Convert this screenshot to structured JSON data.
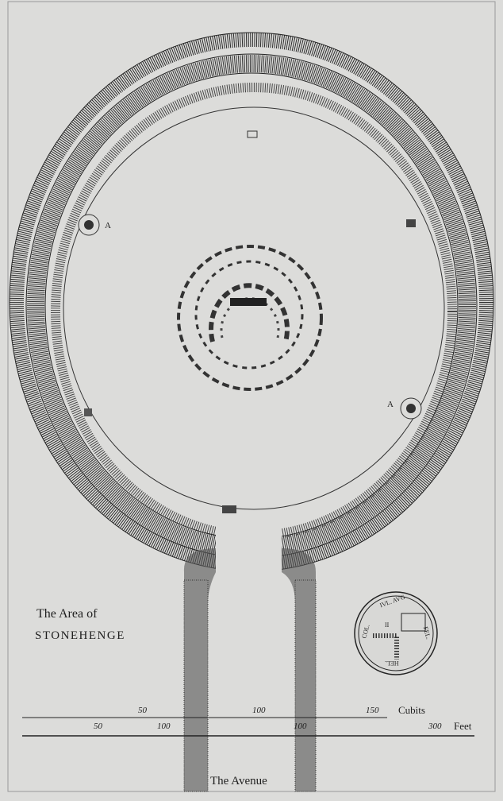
{
  "plate": {
    "title_line1": "The Area of",
    "title_line2": "STONEHENGE",
    "avenue_label": "The Avenue",
    "marker_label": "A",
    "marker_label_2": "A"
  },
  "scales": {
    "cubits": {
      "unit": "Cubits",
      "ticks": [
        "50",
        "100",
        "150"
      ]
    },
    "feet": {
      "unit": "Feet",
      "ticks": [
        "50",
        "100",
        "100",
        "300"
      ]
    }
  },
  "medallion": {
    "legend_left": "COL.",
    "legend_top": "IVL. AVG",
    "legend_right": "FEL.",
    "legend_bottom": "HEL.",
    "numeral": "II"
  },
  "colors": {
    "paper": "#dcdcda",
    "ink": "#1f1f1f"
  }
}
